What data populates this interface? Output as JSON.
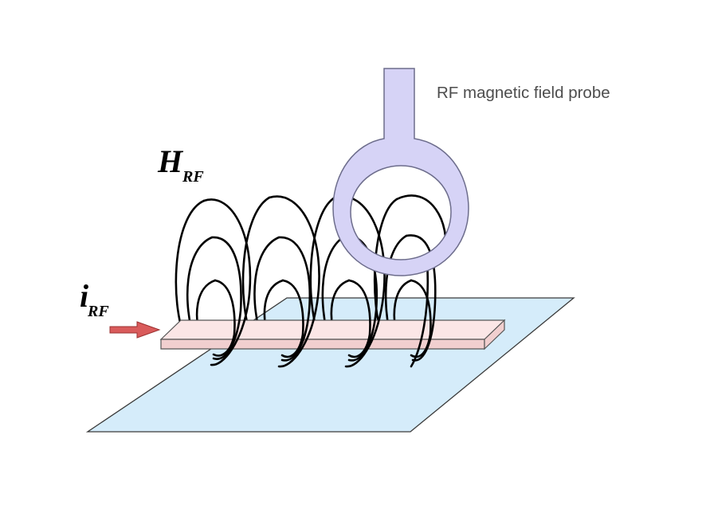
{
  "labels": {
    "probe": "RF magnetic field probe",
    "field_symbol": "H",
    "field_subscript": "RF",
    "current_symbol": "i",
    "current_subscript": "RF"
  },
  "colors": {
    "ground_plane_fill": "#d5ecfa",
    "ground_plane_stroke": "#3a3a3a",
    "trace_top": "#fbe6e6",
    "trace_side": "#f1cfcf",
    "probe_fill": "#d6d3f6",
    "probe_stroke": "#6d6d8c",
    "field_lines": "#000000",
    "arrow_fill": "#d95b5b",
    "arrow_stroke": "#9b3030"
  },
  "icons": {
    "probe": "loop-probe-icon",
    "arrow": "current-arrow-icon"
  }
}
